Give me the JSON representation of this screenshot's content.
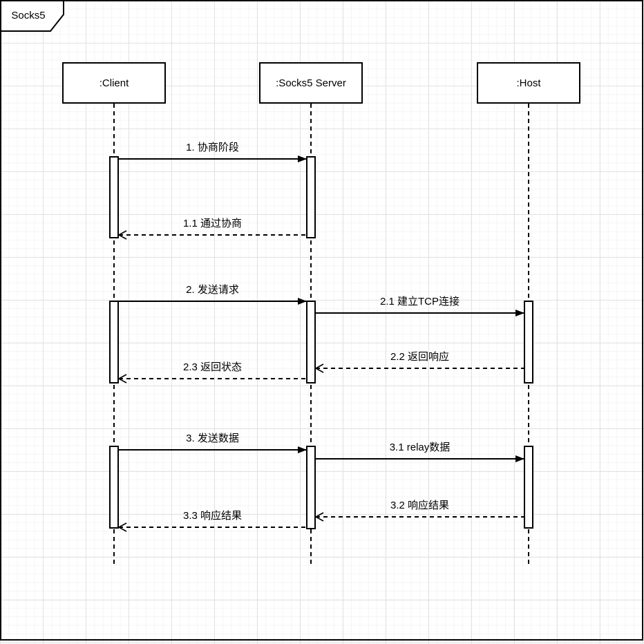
{
  "frame": {
    "title": "Socks5"
  },
  "actors": [
    {
      "id": "client",
      "label": ":Client"
    },
    {
      "id": "server",
      "label": ":Socks5 Server"
    },
    {
      "id": "host",
      "label": ":Host"
    }
  ],
  "messages": [
    {
      "label": "1. 协商阶段",
      "from": ":Client",
      "to": ":Socks5 Server",
      "style": "solid"
    },
    {
      "label": "1.1 通过协商",
      "from": ":Socks5 Server",
      "to": ":Client",
      "style": "dashed"
    },
    {
      "label": "2. 发送请求",
      "from": ":Client",
      "to": ":Socks5 Server",
      "style": "solid"
    },
    {
      "label": "2.1 建立TCP连接",
      "from": ":Socks5 Server",
      "to": ":Host",
      "style": "solid"
    },
    {
      "label": "2.2 返回响应",
      "from": ":Host",
      "to": ":Socks5 Server",
      "style": "dashed"
    },
    {
      "label": "2.3 返回状态",
      "from": ":Socks5 Server",
      "to": ":Client",
      "style": "dashed"
    },
    {
      "label": "3. 发送数据",
      "from": ":Client",
      "to": ":Socks5 Server",
      "style": "solid"
    },
    {
      "label": "3.1 relay数据",
      "from": ":Socks5 Server",
      "to": ":Host",
      "style": "solid"
    },
    {
      "label": "3.2 响应结果",
      "from": ":Host",
      "to": ":Socks5 Server",
      "style": "dashed"
    },
    {
      "label": "3.3 响应结果",
      "from": ":Socks5 Server",
      "to": ":Client",
      "style": "dashed"
    }
  ],
  "colors": {
    "stroke": "#000000",
    "background": "#ffffff",
    "grid_minor": "#f5f5f6",
    "grid_major": "#e2e2e4"
  }
}
